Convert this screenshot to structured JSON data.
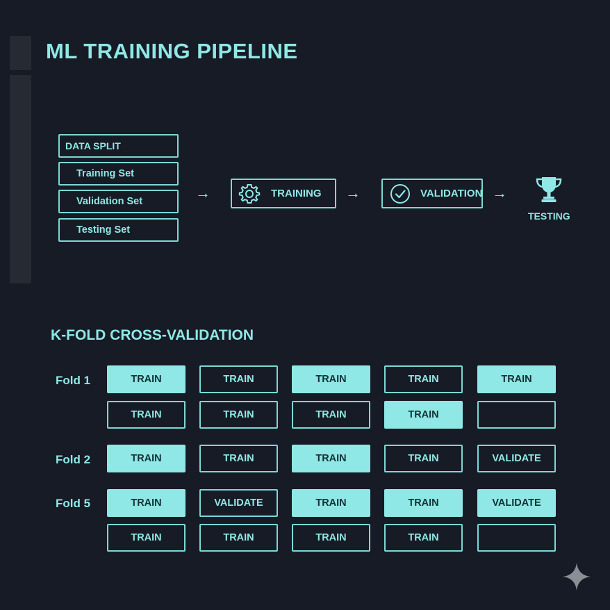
{
  "title": "ML TRAINING PIPELINE",
  "data_split": {
    "heading": "DATA SPLIT",
    "items": [
      "Training Set",
      "Validation Set",
      "Testing Set"
    ]
  },
  "flow": {
    "arrow": "→",
    "training_label": "TRAINING",
    "validation_label": "VALIDATION",
    "testing_label": "TESTING"
  },
  "kfold": {
    "title": "K-FOLD CROSS-VALIDATION",
    "folds": [
      {
        "label": "Fold 1",
        "rows": [
          [
            {
              "text": "TRAIN",
              "filled": true
            },
            {
              "text": "TRAIN",
              "filled": false
            },
            {
              "text": "TRAIN",
              "filled": true
            },
            {
              "text": "TRAIN",
              "filled": false
            },
            {
              "text": "TRAIN",
              "filled": true
            }
          ],
          [
            {
              "text": "TRAIN",
              "filled": false
            },
            {
              "text": "TRAIN",
              "filled": false
            },
            {
              "text": "TRAIN",
              "filled": false
            },
            {
              "text": "TRAIN",
              "filled": true
            },
            {
              "text": "",
              "filled": false
            }
          ]
        ]
      },
      {
        "label": "Fold 2",
        "rows": [
          [
            {
              "text": "TRAIN",
              "filled": true
            },
            {
              "text": "TRAIN",
              "filled": false
            },
            {
              "text": "TRAIN",
              "filled": true
            },
            {
              "text": "TRAIN",
              "filled": false
            },
            {
              "text": "VALIDATE",
              "filled": false
            }
          ]
        ]
      },
      {
        "label": "Fold 5",
        "rows": [
          [
            {
              "text": "TRAIN",
              "filled": true
            },
            {
              "text": "VALIDATE",
              "filled": false
            },
            {
              "text": "TRAIN",
              "filled": true
            },
            {
              "text": "TRAIN",
              "filled": true
            },
            {
              "text": "VALIDATE",
              "filled": true
            }
          ],
          [
            {
              "text": "TRAIN",
              "filled": false
            },
            {
              "text": "TRAIN",
              "filled": false
            },
            {
              "text": "TRAIN",
              "filled": false
            },
            {
              "text": "TRAIN",
              "filled": false
            },
            {
              "text": "",
              "filled": false
            }
          ]
        ]
      }
    ]
  },
  "colors": {
    "background": "#171b25",
    "accent": "#8fe8e6",
    "filled_text": "#143034"
  },
  "icons": [
    "gear-icon",
    "check-circle-icon",
    "trophy-icon",
    "sparkle-icon"
  ]
}
